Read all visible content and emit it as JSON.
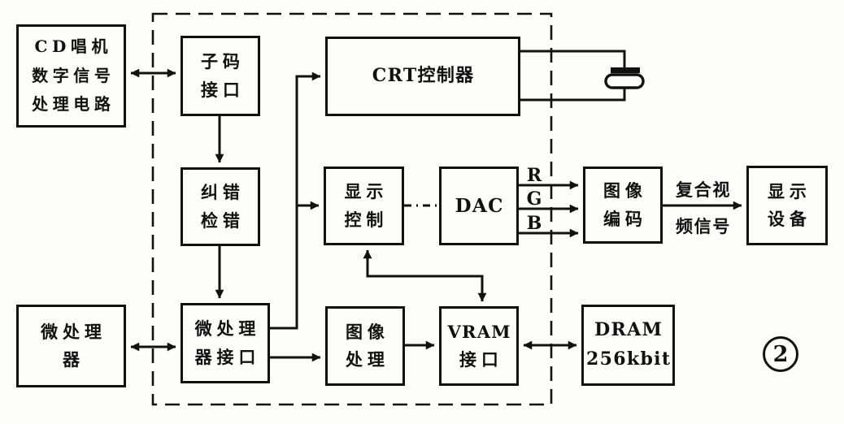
{
  "figure": {
    "number": "2"
  },
  "blocks": {
    "cd_dsp": {
      "line1": "CD唱机",
      "line2": "数字信号",
      "line3": "处理电路"
    },
    "subcode_if": {
      "line1": "子码",
      "line2": "接口"
    },
    "crt_ctrl": {
      "line1": "CRT控制器"
    },
    "err_corr": {
      "line1": "纠错",
      "line2": "检错"
    },
    "disp_ctrl": {
      "line1": "显示",
      "line2": "控制"
    },
    "dac": {
      "line1": "DAC"
    },
    "img_enc": {
      "line1": "图像",
      "line2": "编码"
    },
    "disp_dev": {
      "line1": "显示",
      "line2": "设备"
    },
    "mpu": {
      "line1": "微处理",
      "line2": "器"
    },
    "mpu_if": {
      "line1": "微处理",
      "line2": "器接口"
    },
    "img_proc": {
      "line1": "图像",
      "line2": "处理"
    },
    "vram_if": {
      "line1": "VRAM",
      "line2": "接口"
    },
    "dram": {
      "line1": "DRAM",
      "line2": "256kbit"
    }
  },
  "signal_labels": {
    "r": "R",
    "g": "G",
    "b": "B",
    "video_line1": "复合视",
    "video_line2": "频信号"
  },
  "colors": {
    "line": "#111111",
    "background": "#fdfdfc"
  },
  "connections": [
    {
      "from": "cd_dsp",
      "to": "subcode_if",
      "type": "bidirectional"
    },
    {
      "from": "subcode_if",
      "to": "err_corr",
      "type": "arrow"
    },
    {
      "from": "err_corr",
      "to": "mpu_if",
      "type": "arrow"
    },
    {
      "from": "mpu",
      "to": "mpu_if",
      "type": "bidirectional"
    },
    {
      "from": "mpu_if",
      "to": "crt_ctrl",
      "type": "arrow"
    },
    {
      "from": "mpu_if",
      "to": "disp_ctrl",
      "type": "arrow"
    },
    {
      "from": "mpu_if",
      "to": "img_proc",
      "type": "arrow"
    },
    {
      "from": "img_proc",
      "to": "vram_if",
      "type": "arrow"
    },
    {
      "from": "disp_ctrl",
      "to": "vram_if",
      "type": "bidirectional"
    },
    {
      "from": "disp_ctrl",
      "to": "dac",
      "type": "dash-dot"
    },
    {
      "from": "dac",
      "to": "img_enc",
      "type": "arrow-rgb"
    },
    {
      "from": "img_enc",
      "to": "disp_dev",
      "type": "arrow-composite-video"
    },
    {
      "from": "crt_ctrl",
      "to": "crystal",
      "type": "plain"
    },
    {
      "from": "vram_if",
      "to": "dram",
      "type": "bidirectional"
    }
  ]
}
